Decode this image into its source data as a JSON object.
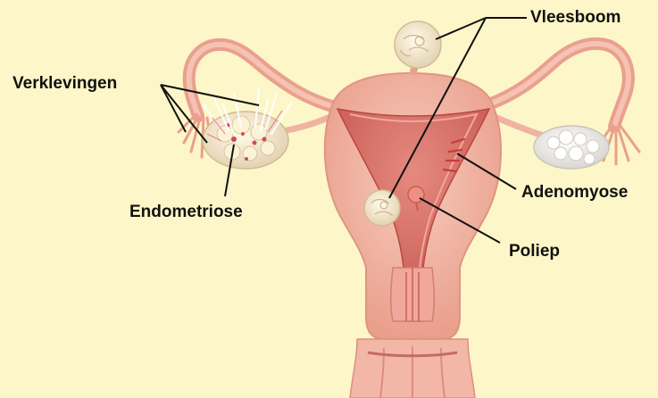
{
  "diagram": {
    "background_color": "#fdf6c8",
    "tissue_color": "#f2b5a4",
    "labels": {
      "verklevingen": "Verklevingen",
      "vleesboom": "Vleesboom",
      "endometriose": "Endometriose",
      "adenomyose": "Adenomyose",
      "poliep": "Poliep"
    }
  }
}
